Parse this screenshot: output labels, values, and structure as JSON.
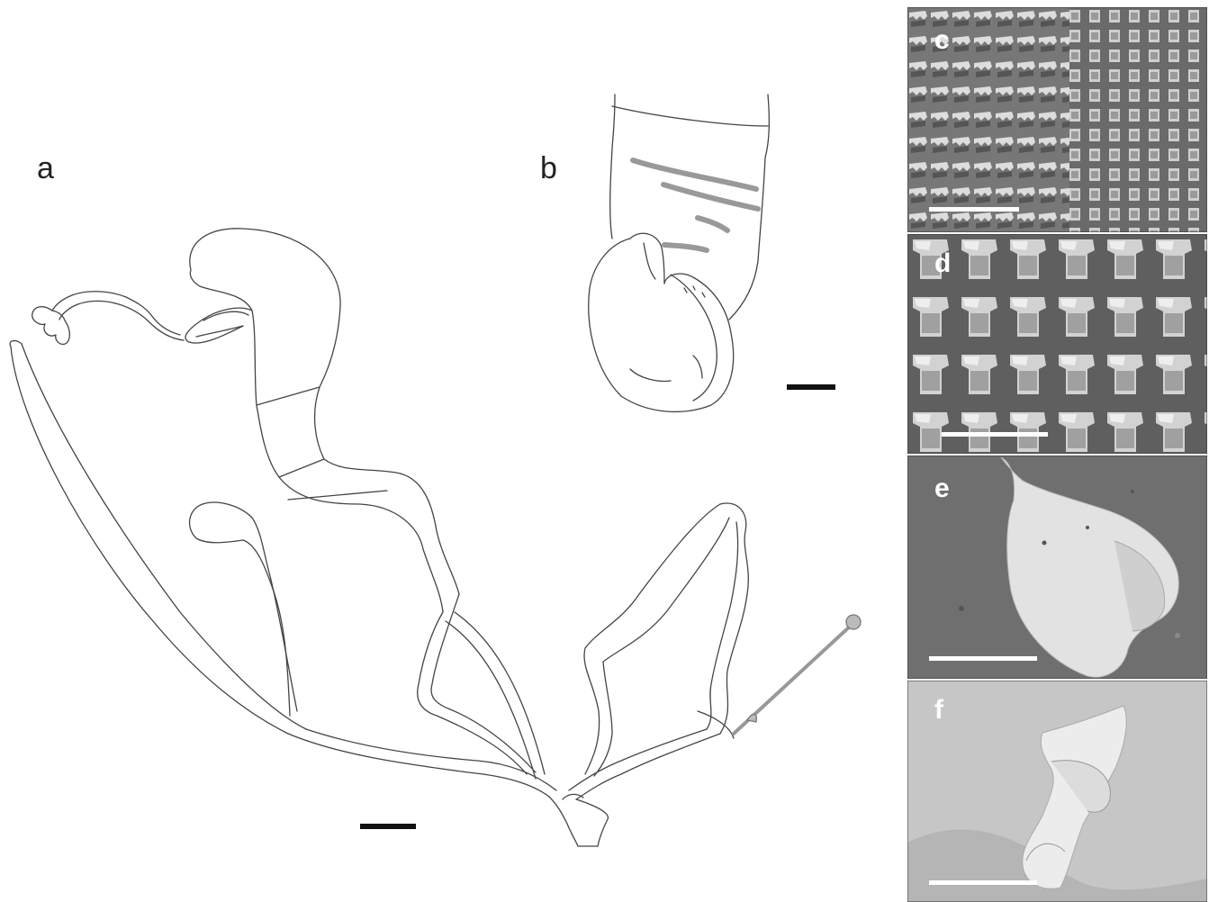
{
  "figure": {
    "panels": [
      {
        "label": "a"
      },
      {
        "label": "b"
      },
      {
        "label": "c"
      },
      {
        "label": "d"
      },
      {
        "label": "e"
      },
      {
        "label": "f"
      }
    ]
  },
  "colors": {
    "outline": "#444444",
    "band_gray": "#999999",
    "photo_dark": "#6f6f6f",
    "photo_light": "#d8d8d8",
    "label_white": "#ffffff",
    "scale_bar": "#111111"
  }
}
